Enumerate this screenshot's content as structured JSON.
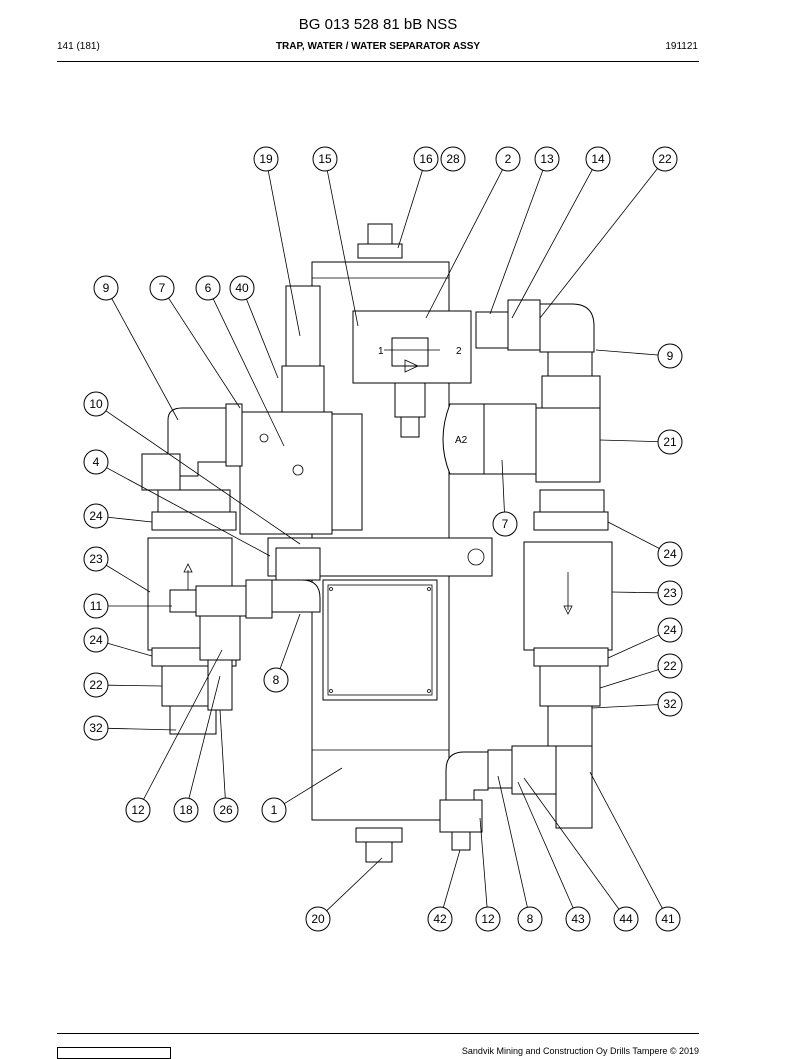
{
  "header": {
    "doc_number": "BG 013 528 81 bB NSS",
    "page": "141 (181)",
    "title": "TRAP, WATER / WATER SEPARATOR ASSY",
    "date": "191121"
  },
  "footer": {
    "copyright": "Sandvik Mining and Construction Oy Drills Tampere © 2019"
  },
  "diagram": {
    "body_marks": {
      "port1": "1",
      "port2": "2",
      "port_a2": "A2"
    },
    "callouts": [
      {
        "label": "19"
      },
      {
        "label": "15"
      },
      {
        "label": "16"
      },
      {
        "label": "28"
      },
      {
        "label": "2"
      },
      {
        "label": "13"
      },
      {
        "label": "14"
      },
      {
        "label": "22"
      },
      {
        "label": "9"
      },
      {
        "label": "7"
      },
      {
        "label": "6"
      },
      {
        "label": "40"
      },
      {
        "label": "9"
      },
      {
        "label": "10"
      },
      {
        "label": "21"
      },
      {
        "label": "4"
      },
      {
        "label": "24"
      },
      {
        "label": "7"
      },
      {
        "label": "23"
      },
      {
        "label": "24"
      },
      {
        "label": "11"
      },
      {
        "label": "23"
      },
      {
        "label": "24"
      },
      {
        "label": "24"
      },
      {
        "label": "22"
      },
      {
        "label": "22"
      },
      {
        "label": "8"
      },
      {
        "label": "32"
      },
      {
        "label": "32"
      },
      {
        "label": "12"
      },
      {
        "label": "18"
      },
      {
        "label": "26"
      },
      {
        "label": "1"
      },
      {
        "label": "20"
      },
      {
        "label": "42"
      },
      {
        "label": "12"
      },
      {
        "label": "8"
      },
      {
        "label": "43"
      },
      {
        "label": "44"
      },
      {
        "label": "41"
      }
    ]
  }
}
